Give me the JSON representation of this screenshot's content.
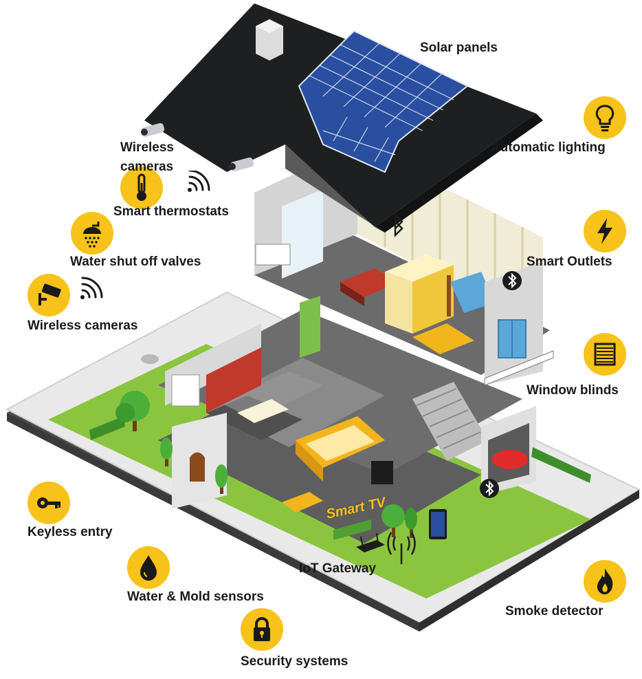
{
  "labels": {
    "solar_panels": "Solar panels",
    "automatic_lighting": "Automatic lighting",
    "smart_outlets": "Smart Outlets",
    "window_blinds": "Window blinds",
    "smoke_detector": "Smoke detector",
    "wireless_cameras_roof_line1": "Wireless",
    "wireless_cameras_roof_line2": "cameras",
    "smart_thermostats": "Smart thermostats",
    "water_shut_off_valves": "Water shut off valves",
    "wireless_cameras": "Wireless cameras",
    "keyless_entry": "Keyless entry",
    "water_mold_sensors": "Water & Mold sensors",
    "security_systems": "Security systems",
    "iot_gateway": "IoT Gateway",
    "smart_tv": "Smart TV"
  },
  "icons": {
    "automatic_lighting": "lightbulb-icon",
    "smart_outlets": "lightning-bolt-icon",
    "window_blinds": "window-blinds-icon",
    "smoke_detector": "flame-icon",
    "smart_thermostats": "thermometer-icon",
    "water_shut_off_valves": "shower-head-icon",
    "wireless_cameras": "security-camera-icon",
    "keyless_entry": "key-icon",
    "water_mold_sensors": "water-drop-icon",
    "security_systems": "padlock-icon"
  },
  "colors": {
    "icon_background": "#f7c21a",
    "roof": "#1e1f21",
    "solar_panel": "#2a4fa0",
    "lawn": "#8bc53f",
    "tablet": "#e8e8e8",
    "smart_tv_label": "#f7c21a"
  }
}
